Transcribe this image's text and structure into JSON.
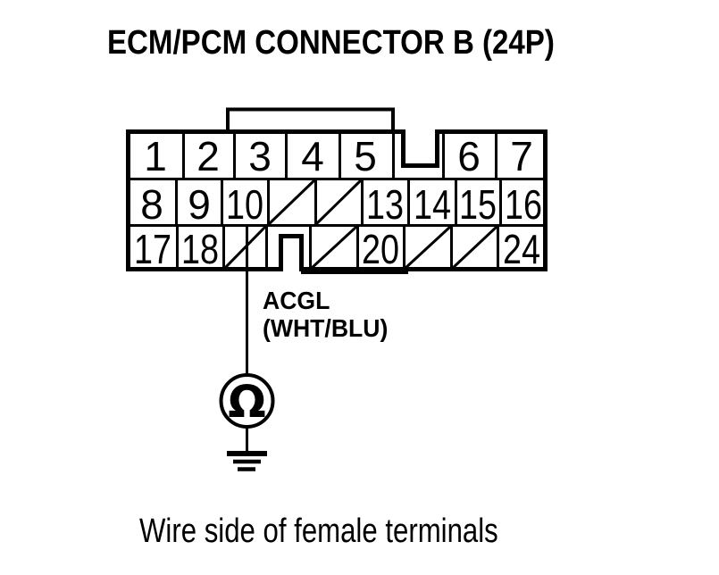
{
  "page": {
    "background": "#ffffff",
    "ink": "#000000"
  },
  "header": {
    "title": "ECM/PCM CONNECTOR B (24P)"
  },
  "connector": {
    "rows": [
      {
        "cells": [
          {
            "pin": "1"
          },
          {
            "pin": "2"
          },
          {
            "pin": "3"
          },
          {
            "pin": "4"
          },
          {
            "pin": "5"
          },
          {
            "pin": "6"
          },
          {
            "pin": "7"
          }
        ]
      },
      {
        "cells": [
          {
            "pin": "8"
          },
          {
            "pin": "9"
          },
          {
            "pin": "10"
          },
          {
            "pin": "",
            "blocked": true
          },
          {
            "pin": "",
            "blocked": true
          },
          {
            "pin": "13"
          },
          {
            "pin": "14"
          },
          {
            "pin": "15"
          },
          {
            "pin": "16"
          }
        ]
      },
      {
        "cells": [
          {
            "pin": "17"
          },
          {
            "pin": "18"
          },
          {
            "pin": "",
            "blocked": true
          },
          {
            "pin": "",
            "blocked": true
          },
          {
            "pin": "20"
          },
          {
            "pin": "",
            "blocked": true
          },
          {
            "pin": "",
            "blocked": true
          },
          {
            "pin": "24"
          }
        ]
      }
    ]
  },
  "probe": {
    "signal": "ACGL",
    "wire_color": "(WHT/BLU)",
    "meter_symbol": "Ω"
  },
  "caption": "Wire side of female terminals"
}
